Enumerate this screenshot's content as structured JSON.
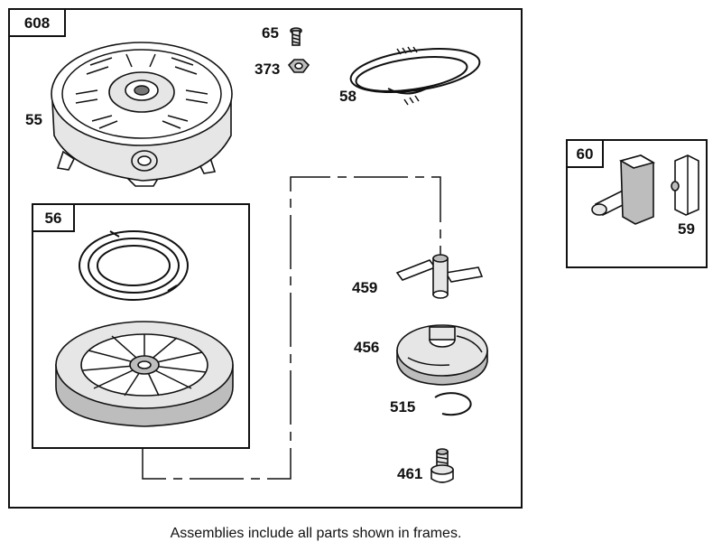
{
  "frames": {
    "main": "608",
    "pulley": "56",
    "handle": "60"
  },
  "parts": {
    "p55": "55",
    "p65": "65",
    "p373": "373",
    "p58": "58",
    "p459": "459",
    "p456": "456",
    "p515": "515",
    "p461": "461",
    "p59": "59"
  },
  "caption": "Assemblies include all parts shown in frames."
}
